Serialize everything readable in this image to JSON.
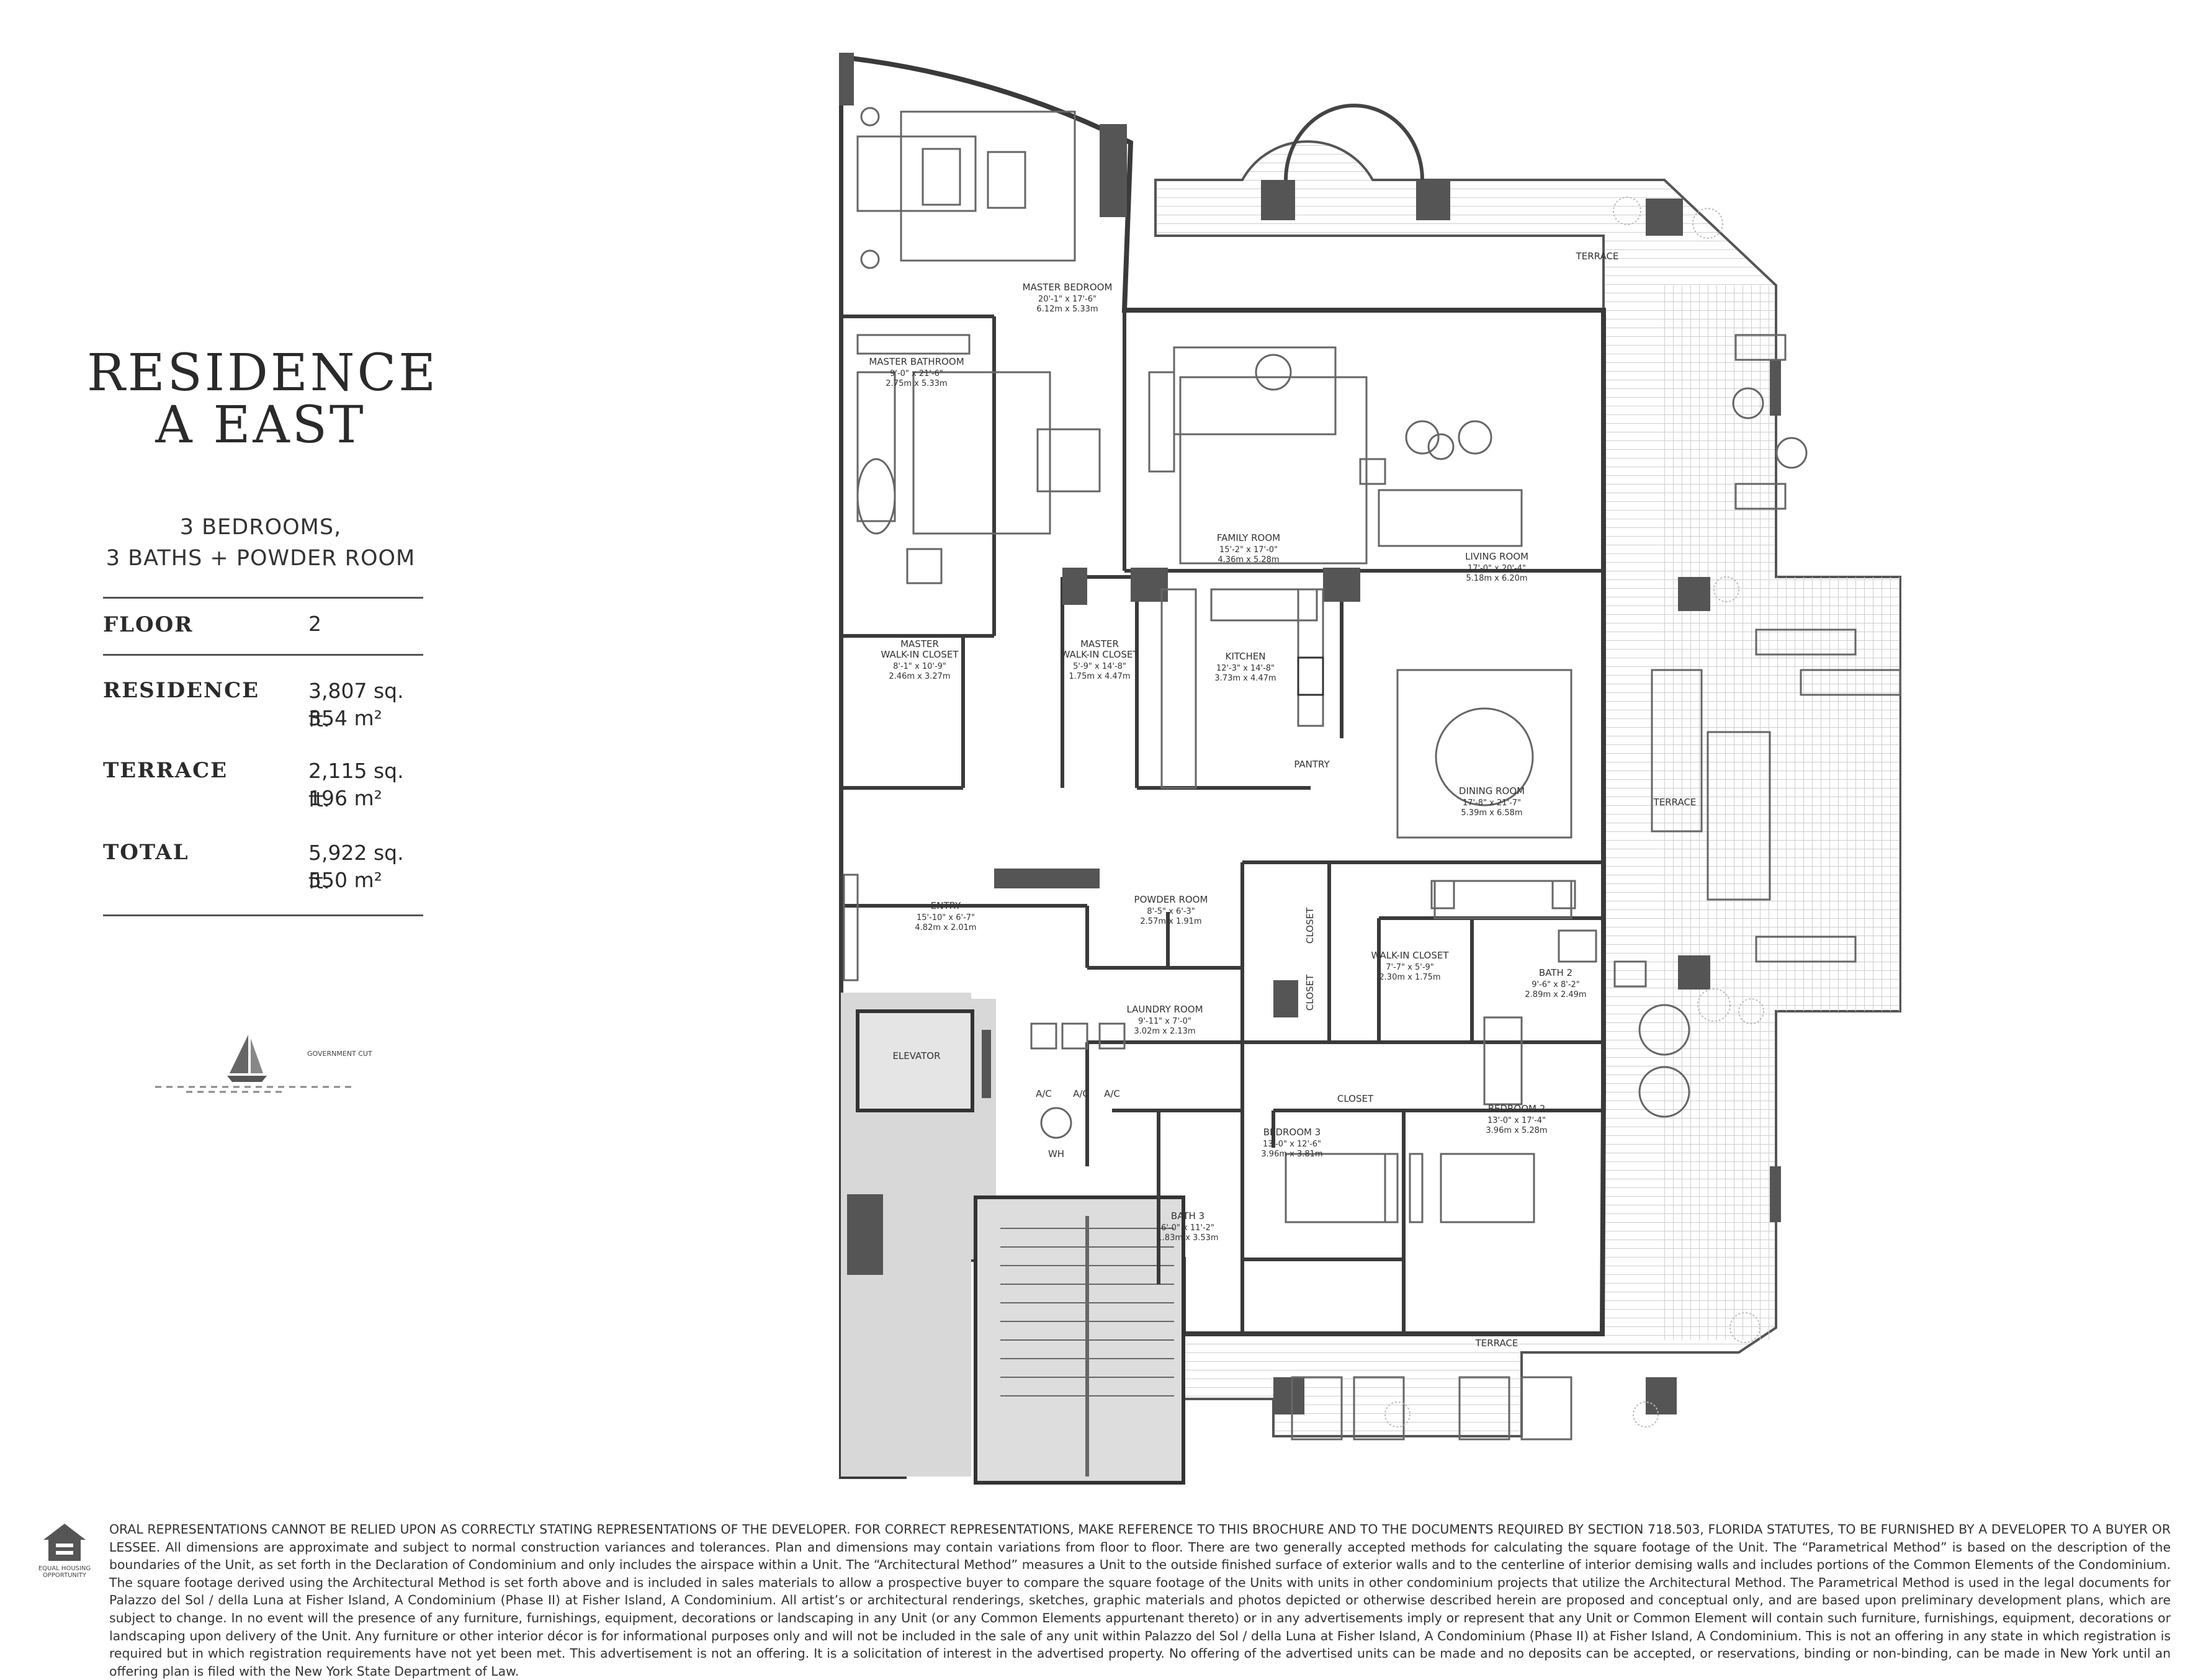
{
  "residence": {
    "title_line1": "RESIDENCE",
    "title_line2": "A EAST",
    "subtitle_line1": "3 BEDROOMS,",
    "subtitle_line2": "3 BATHS + POWDER ROOM"
  },
  "specs": [
    {
      "label": "FLOOR",
      "value_line1": "2",
      "value_line2": ""
    },
    {
      "label": "RESIDENCE",
      "value_line1": "3,807 sq. ft.",
      "value_line2": "354 m²"
    },
    {
      "label": "TERRACE",
      "value_line1": "2,115 sq. ft.",
      "value_line2": "196 m²"
    },
    {
      "label": "TOTAL",
      "value_line1": "5,922 sq. ft.",
      "value_line2": "550 m²"
    }
  ],
  "orientation": {
    "label": "GOVERNMENT CUT",
    "icon": "sailboat-icon"
  },
  "rooms": {
    "master_bedroom": {
      "name": "MASTER BEDROOM",
      "dim_imperial": "20'-1\" x 17'-6\"",
      "dim_metric": "6.12m x 5.33m"
    },
    "master_bathroom": {
      "name": "MASTER BATHROOM",
      "dim_imperial": "9'-0\" x 21'-6\"",
      "dim_metric": "2.75m x 5.33m"
    },
    "family_room": {
      "name": "FAMILY ROOM",
      "dim_imperial": "15'-2\" x 17'-0\"",
      "dim_metric": "4.36m x 5.28m"
    },
    "living_room": {
      "name": "LIVING ROOM",
      "dim_imperial": "17'-0\" x 20'-4\"",
      "dim_metric": "5.18m x 6.20m"
    },
    "master_wic_1": {
      "name_line1": "MASTER",
      "name_line2": "WALK-IN CLOSET",
      "dim_imperial": "8'-1\" x 10'-9\"",
      "dim_metric": "2.46m x 3.27m"
    },
    "master_wic_2": {
      "name_line1": "MASTER",
      "name_line2": "WALK-IN CLOSET",
      "dim_imperial": "5'-9\" x 14'-8\"",
      "dim_metric": "1.75m x 4.47m"
    },
    "kitchen": {
      "name": "KITCHEN",
      "dim_imperial": "12'-3\" x 14'-8\"",
      "dim_metric": "3.73m x 4.47m"
    },
    "pantry": {
      "name": "PANTRY"
    },
    "dining_room": {
      "name": "DINING ROOM",
      "dim_imperial": "17'-8\" x 21'-7\"",
      "dim_metric": "5.39m x 6.58m"
    },
    "entry": {
      "name": "ENTRY",
      "dim_imperial": "15'-10\" x 6'-7\"",
      "dim_metric": "4.82m x 2.01m"
    },
    "powder_room": {
      "name": "POWDER ROOM",
      "dim_imperial": "8'-5\" x 6'-3\"",
      "dim_metric": "2.57m x 1.91m"
    },
    "walk_in_closet": {
      "name": "WALK-IN CLOSET",
      "dim_imperial": "7'-7\" x 5'-9\"",
      "dim_metric": "2.30m x 1.75m"
    },
    "bath_2": {
      "name": "BATH 2",
      "dim_imperial": "9'-6\" x 8'-2\"",
      "dim_metric": "2.89m x 2.49m"
    },
    "laundry_room": {
      "name": "LAUNDRY ROOM",
      "dim_imperial": "9'-11\" x 7'-0\"",
      "dim_metric": "3.02m x 2.13m"
    },
    "elevator": {
      "name": "ELEVATOR"
    },
    "bedroom_3": {
      "name": "BEDROOM 3",
      "dim_imperial": "13'-0\" x 12'-6\"",
      "dim_metric": "3.96m x 3.81m"
    },
    "bedroom_2": {
      "name": "BEDROOM 2",
      "dim_imperial": "13'-0\" x 17'-4\"",
      "dim_metric": "3.96m x 5.28m"
    },
    "bath_3": {
      "name": "BATH 3",
      "dim_imperial": "6'-0\" x 11'-2\"",
      "dim_metric": "1.83m x 3.53m"
    },
    "closet": "CLOSET",
    "ac": "A/C",
    "wh": "WH",
    "terrace": "TERRACE"
  },
  "footer": {
    "eho_line1": "EQUAL HOUSING",
    "eho_line2": "OPPORTUNITY",
    "disclaimer": "ORAL REPRESENTATIONS CANNOT BE RELIED UPON AS CORRECTLY STATING REPRESENTATIONS OF THE DEVELOPER. FOR CORRECT REPRESENTATIONS, MAKE REFERENCE TO THIS BROCHURE AND TO THE DOCUMENTS REQUIRED BY SECTION 718.503, FLORIDA STATUTES, TO BE FURNISHED BY A DEVELOPER TO A BUYER OR LESSEE. All dimensions are approximate and subject to normal construction variances and tolerances. Plan and dimensions may contain variations from floor to floor. There are two generally accepted methods for calculating the square footage of the Unit. The “Parametrical Method” is based on the description of the boundaries of the Unit, as set forth in the Declaration of Condominium and only includes the airspace within a Unit. The “Architectural Method” measures a Unit to the outside finished surface of exterior walls and to the centerline of interior demising walls and includes portions of the Common Elements of the Condominium. The square footage derived using the Architectural Method is set forth above and is included in sales materials to allow a prospective buyer to compare the square footage of the Units with units in other condominium projects that utilize the Architectural Method. The Parametrical Method is used in the legal documents for Palazzo del Sol / della Luna at Fisher Island, A Condominium (Phase II) at Fisher Island, A Condominium. All artist’s or architectural renderings, sketches, graphic materials and photos depicted or otherwise described herein are proposed and conceptual only, and are based upon preliminary development plans, which are subject to change. In no event will the presence of any furniture, furnishings, equipment, decorations or landscaping in any Unit (or any Common Elements appurtenant thereto) or in any advertisements imply or represent that any Unit or Common Element will contain such furniture, furnishings, equipment, decorations or landscaping upon delivery of the Unit. Any furniture or other interior décor is for informational purposes only and will not be included in the sale of any unit within Palazzo del Sol / della Luna at Fisher Island, A Condominium (Phase II) at Fisher Island, A Condominium. This is not an offering in any state in which registration is required but in which registration requirements have not yet been met. This advertisement is not an offering. It is a solicitation of interest in the advertised property. No offering of the advertised units can be made and no deposits can be accepted, or reservations, binding or non-binding, can be made in New York until an offering plan is filed with the New York State Department of Law."
  }
}
